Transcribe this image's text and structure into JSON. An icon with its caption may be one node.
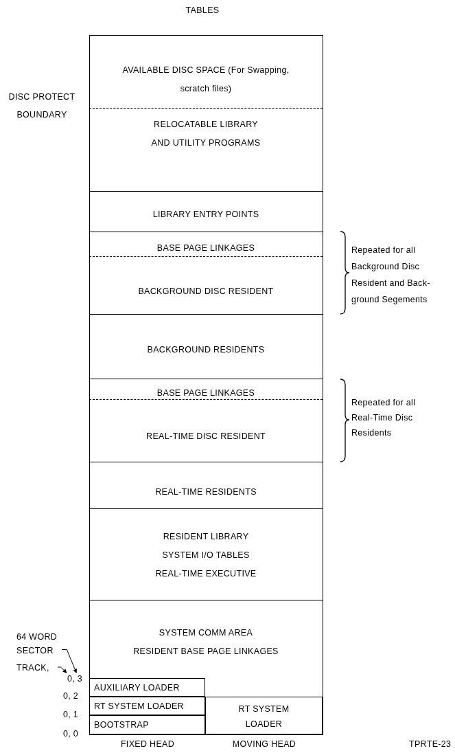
{
  "diagram": {
    "nodes": [
      {
        "text": [
          "AVAILABLE DISC SPACE (For Swapping, scratch files)"
        ]
      },
      {
        "text": [
          "RELOCATABLE LIBRARY AND UTILITY PROGRAMS"
        ]
      },
      {
        "text": [
          "LIBRARY ENTRY POINTS"
        ]
      },
      {
        "text": [
          "BASE PAGE LINKAGES"
        ]
      },
      {
        "text": [
          "BACKGROUND DISC RESIDENT"
        ]
      },
      {
        "text": [
          "BACKGROUND RESIDENTS"
        ]
      },
      {
        "text": [
          "BASE PAGE LINKAGES"
        ]
      },
      {
        "text": [
          "REAL-TIME DISC RESIDENT"
        ]
      },
      {
        "text": [
          "REAL-TIME RESIDENTS"
        ]
      },
      {
        "text": [
          "RESIDENT LIBRARY",
          "SYSTEM I/O TABLES",
          "REAL-TIME EXECUTIVE"
        ]
      },
      {
        "text": [
          "SYSTEM COMM AREA",
          "RESIDENT BASE PAGE LINKAGES"
        ]
      },
      {
        "text": [
          "AUXILIARY LOADER"
        ]
      },
      {
        "text": [
          "RT SYSTEM LOADER"
        ]
      },
      {
        "text": [
          "BOOTSTRAP"
        ]
      },
      {
        "text": [
          "RT SYSTEM LOADER"
        ]
      },
      {
        "text": [
          "64 WORD SECTOR"
        ]
      },
      {
        "text": [
          "TRACK,"
        ]
      },
      {
        "text": [
          "0, 3"
        ]
      }
    ],
    "edges": [
      {
        "from": 15,
        "to": 17,
        "arrow": "to"
      },
      {
        "from": 16,
        "to": 17,
        "arrow": "to"
      }
    ],
    "labels": [
      "TABLES",
      "DISC PROTECT BOUNDARY",
      "Repeated for all Background Disc Resident and Back- ground Segements",
      "Repeated for all Real-Time Disc Residents",
      "0, 2",
      "0, 1",
      "0, 0",
      "FIXED HEAD",
      "MOVING HEAD",
      "TPRTE-23"
    ]
  }
}
